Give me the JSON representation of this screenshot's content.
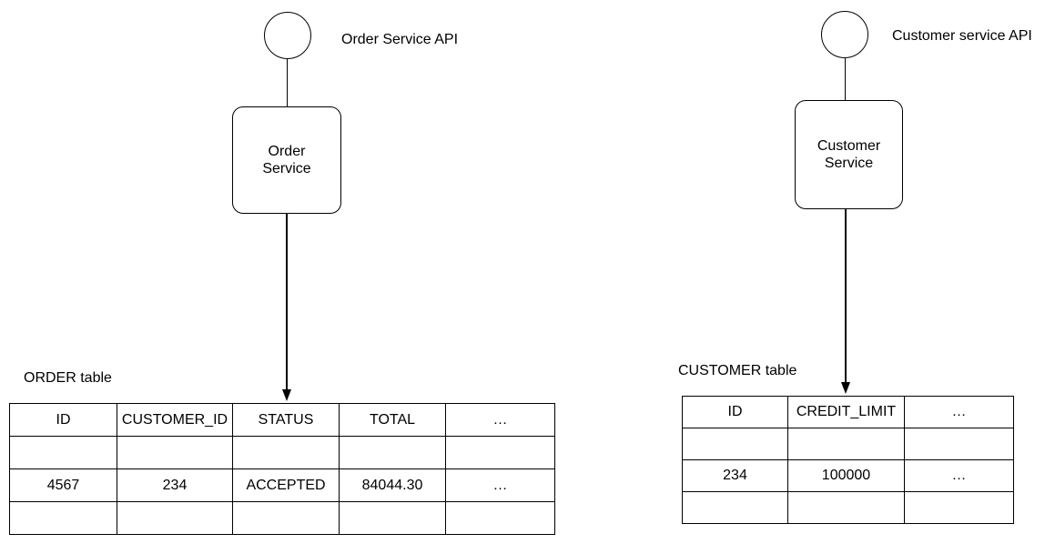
{
  "colors": {
    "stroke": "#000000",
    "text": "#000000",
    "background": "#ffffff"
  },
  "left": {
    "api_label": "Order Service API",
    "service_label": "Order\nService",
    "table_label": "ORDER table",
    "table": {
      "headers": [
        "ID",
        "CUSTOMER_ID",
        "STATUS",
        "TOTAL",
        "…"
      ],
      "rows": [
        [
          "",
          "",
          "",
          "",
          ""
        ],
        [
          "4567",
          "234",
          "ACCEPTED",
          "84044.30",
          "…"
        ],
        [
          "",
          "",
          "",
          "",
          ""
        ]
      ]
    }
  },
  "right": {
    "api_label": "Customer service API",
    "service_label": "Customer\nService",
    "table_label": "CUSTOMER table",
    "table": {
      "headers": [
        "ID",
        "CREDIT_LIMIT",
        "…"
      ],
      "rows": [
        [
          "",
          "",
          ""
        ],
        [
          "234",
          "100000",
          "…"
        ],
        [
          "",
          "",
          ""
        ]
      ]
    }
  }
}
